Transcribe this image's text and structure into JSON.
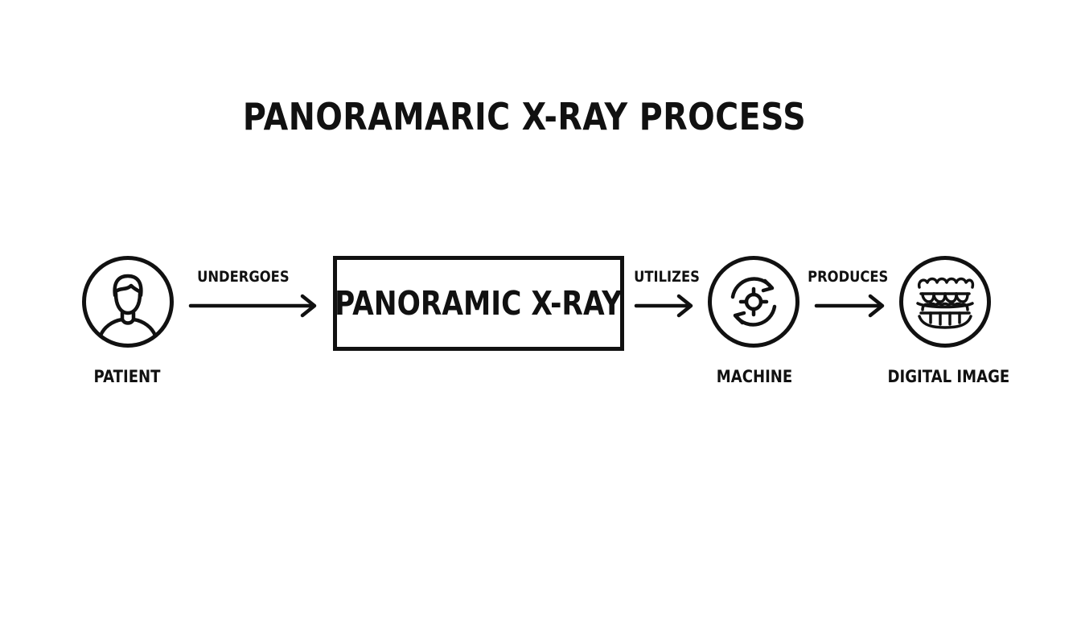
{
  "title": "PANORAMARIC X-RAY PROCESS",
  "nodes": {
    "patient": {
      "label": "PATIENT",
      "icon": "person-icon"
    },
    "process": {
      "label": "PANORAMIC X-RAY"
    },
    "machine": {
      "label": "MACHINE",
      "icon": "rotating-target-icon"
    },
    "image": {
      "label": "DIGITAL IMAGE",
      "icon": "teeth-icon"
    }
  },
  "edges": {
    "e1": {
      "label": "UNDERGOES"
    },
    "e2": {
      "label": "UTILIZES"
    },
    "e3": {
      "label": "PRODUCES"
    }
  }
}
